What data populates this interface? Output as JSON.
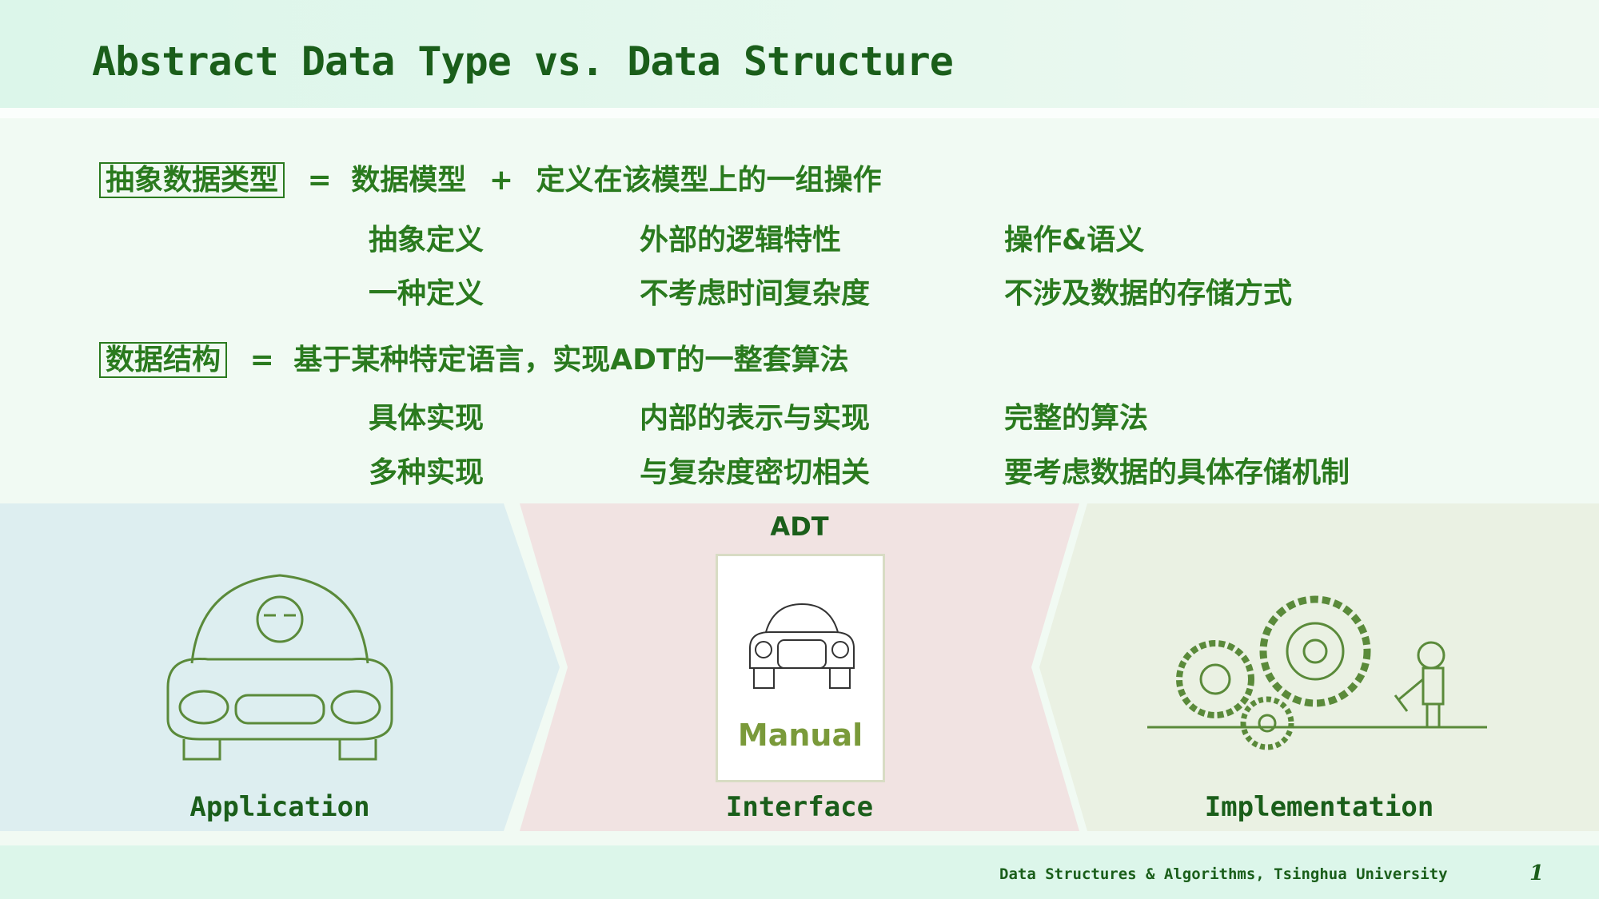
{
  "title": "Abstract Data Type vs. Data Structure",
  "adt": {
    "term": "抽象数据类型",
    "eq": "=",
    "def_a": "数据模型",
    "plus": "+",
    "def_b": "定义在该模型上的一组操作",
    "rows": [
      [
        "抽象定义",
        "外部的逻辑特性",
        "操作&语义"
      ],
      [
        "一种定义",
        "不考虑时间复杂度",
        "不涉及数据的存储方式"
      ]
    ]
  },
  "ds": {
    "term": "数据结构",
    "eq": "=",
    "def": "基于某种特定语言，实现ADT的一整套算法",
    "rows": [
      [
        "具体实现",
        "内部的表示与实现",
        "完整的算法"
      ],
      [
        "多种实现",
        "与复杂度密切相关",
        "要考虑数据的具体存储机制"
      ]
    ]
  },
  "diagram": {
    "adt_label": "ADT",
    "manual": "Manual",
    "application": "Application",
    "interface": "Interface",
    "implementation": "Implementation"
  },
  "footer": {
    "text": "Data Structures & Algorithms, Tsinghua University",
    "page": "1"
  }
}
